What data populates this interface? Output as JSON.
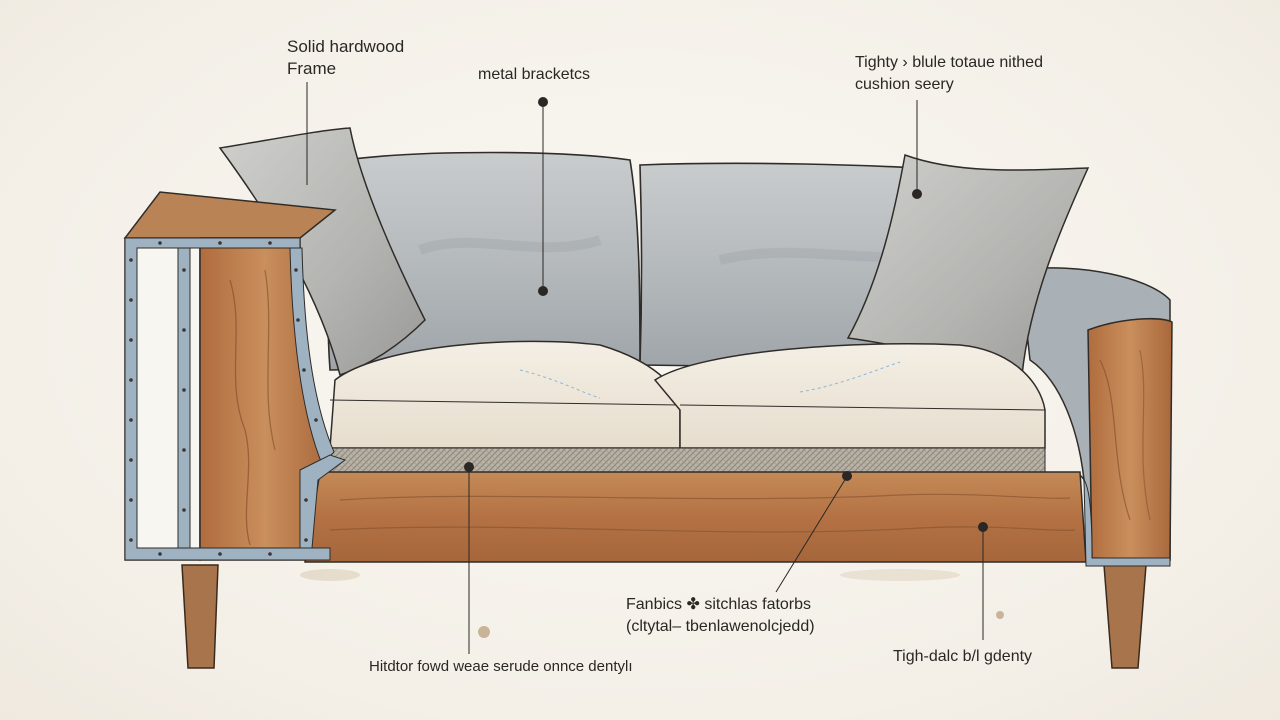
{
  "diagram": {
    "labels": {
      "frame": {
        "line1": "Solid hardwood",
        "line2": "Frame"
      },
      "metal_brackets": "metal bracketcs",
      "cushion": {
        "line1": "Tighty › blule totaue nithed",
        "line2": "cushion seery"
      },
      "fabrics": {
        "line1": "Fanbics ✤ sitchlas fatorbs",
        "line2": "(cltytal– tbenlawenolcjedd)"
      },
      "bottom": "Hitdtor fowd weae serude onnce dentylı",
      "right": "Tigh-dalc b/l gdenty"
    },
    "colors": {
      "background": "#f7f4ee",
      "upholstery": "#bcc0c2",
      "seat_cushion": "#f1ebdf",
      "wood": "#b7784a",
      "metal": "#9fb2c2",
      "ink": "#2a2724"
    }
  }
}
